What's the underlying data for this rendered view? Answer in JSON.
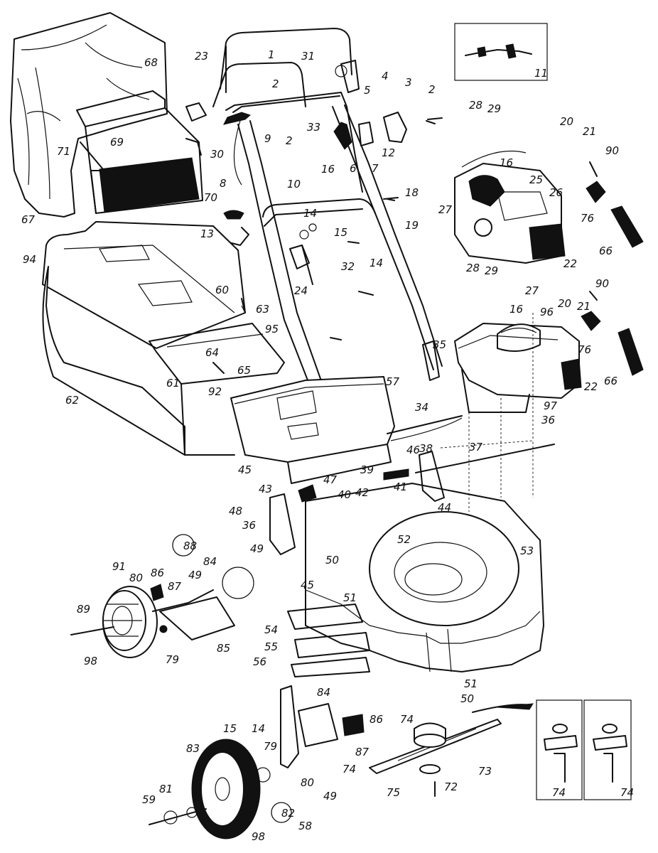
{
  "diagram": {
    "callouts": [
      "1",
      "2",
      "3",
      "4",
      "5",
      "6",
      "7",
      "8",
      "9",
      "10",
      "11",
      "12",
      "13",
      "14",
      "15",
      "16",
      "18",
      "19",
      "20",
      "21",
      "22",
      "23",
      "24",
      "25",
      "26",
      "27",
      "28",
      "29",
      "30",
      "31",
      "32",
      "33",
      "34",
      "35",
      "36",
      "37",
      "38",
      "39",
      "40",
      "41",
      "42",
      "43",
      "44",
      "45",
      "46",
      "47",
      "48",
      "49",
      "50",
      "51",
      "52",
      "53",
      "54",
      "55",
      "56",
      "57",
      "58",
      "59",
      "60",
      "61",
      "62",
      "63",
      "64",
      "65",
      "66",
      "67",
      "68",
      "69",
      "70",
      "71",
      "72",
      "73",
      "74",
      "75",
      "76",
      "79",
      "80",
      "81",
      "82",
      "83",
      "84",
      "85",
      "86",
      "87",
      "88",
      "89",
      "90",
      "91",
      "92",
      "94",
      "95",
      "96",
      "97",
      "98"
    ],
    "labels": {
      "c1": "1",
      "c2a": "2",
      "c2b": "2",
      "c2c": "2",
      "c3": "3",
      "c4": "4",
      "c5": "5",
      "c6": "6",
      "c7": "7",
      "c8": "8",
      "c9": "9",
      "c10": "10",
      "c11": "11",
      "c12": "12",
      "c13": "13",
      "c14a": "14",
      "c14b": "14",
      "c14c": "14",
      "c15a": "15",
      "c15b": "15",
      "c16a": "16",
      "c16b": "16",
      "c16c": "16",
      "c18": "18",
      "c19": "19",
      "c20a": "20",
      "c20b": "20",
      "c21a": "21",
      "c21b": "21",
      "c22a": "22",
      "c22b": "22",
      "c23": "23",
      "c24": "24",
      "c25": "25",
      "c26": "26",
      "c27a": "27",
      "c27b": "27",
      "c28a": "28",
      "c28b": "28",
      "c29a": "29",
      "c29b": "29",
      "c30": "30",
      "c31": "31",
      "c32": "32",
      "c33": "33",
      "c34": "34",
      "c35": "35",
      "c36a": "36",
      "c36b": "36",
      "c37": "37",
      "c38": "38",
      "c39": "39",
      "c40": "40",
      "c41": "41",
      "c42": "42",
      "c43": "43",
      "c44": "44",
      "c45a": "45",
      "c45b": "45",
      "c46": "46",
      "c47": "47",
      "c48": "48",
      "c49a": "49",
      "c49b": "49",
      "c49c": "49",
      "c50a": "50",
      "c50b": "50",
      "c51a": "51",
      "c51b": "51",
      "c52": "52",
      "c53": "53",
      "c54": "54",
      "c55": "55",
      "c56": "56",
      "c57": "57",
      "c58": "58",
      "c59": "59",
      "c60": "60",
      "c61": "61",
      "c62": "62",
      "c63": "63",
      "c64": "64",
      "c65": "65",
      "c66a": "66",
      "c66b": "66",
      "c67": "67",
      "c68": "68",
      "c69": "69",
      "c70": "70",
      "c71": "71",
      "c72": "72",
      "c73": "73",
      "c74a": "74",
      "c74b": "74",
      "c74c": "74",
      "c74d": "74",
      "c75": "75",
      "c76a": "76",
      "c76b": "76",
      "c79a": "79",
      "c79b": "79",
      "c80a": "80",
      "c80b": "80",
      "c81": "81",
      "c82": "82",
      "c83": "83",
      "c84a": "84",
      "c84b": "84",
      "c85": "85",
      "c86a": "86",
      "c86b": "86",
      "c87a": "87",
      "c87b": "87",
      "c88": "88",
      "c89": "89",
      "c90a": "90",
      "c90b": "90",
      "c91": "91",
      "c92": "92",
      "c94": "94",
      "c95": "95",
      "c96": "96",
      "c97": "97",
      "c98a": "98",
      "c98b": "98"
    }
  }
}
